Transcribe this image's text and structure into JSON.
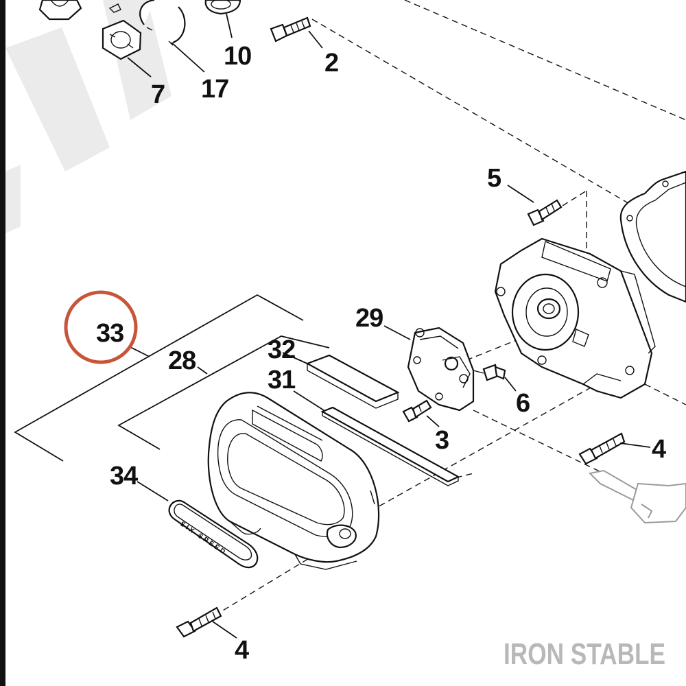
{
  "diagram": {
    "callouts": [
      {
        "id": "10",
        "label": "10"
      },
      {
        "id": "2",
        "label": "2"
      },
      {
        "id": "7",
        "label": "7"
      },
      {
        "id": "17",
        "label": "17"
      },
      {
        "id": "5",
        "label": "5"
      },
      {
        "id": "29",
        "label": "29"
      },
      {
        "id": "33",
        "label": "33"
      },
      {
        "id": "28",
        "label": "28"
      },
      {
        "id": "32",
        "label": "32"
      },
      {
        "id": "31",
        "label": "31"
      },
      {
        "id": "6",
        "label": "6"
      },
      {
        "id": "3",
        "label": "3"
      },
      {
        "id": "4a",
        "label": "4"
      },
      {
        "id": "34",
        "label": "34"
      },
      {
        "id": "4b",
        "label": "4"
      }
    ],
    "badge_text": "SIX SPEED",
    "highlighted_callout": "33",
    "highlight_color": "#c8553a"
  },
  "watermark": {
    "text": "IRON STABLE"
  }
}
